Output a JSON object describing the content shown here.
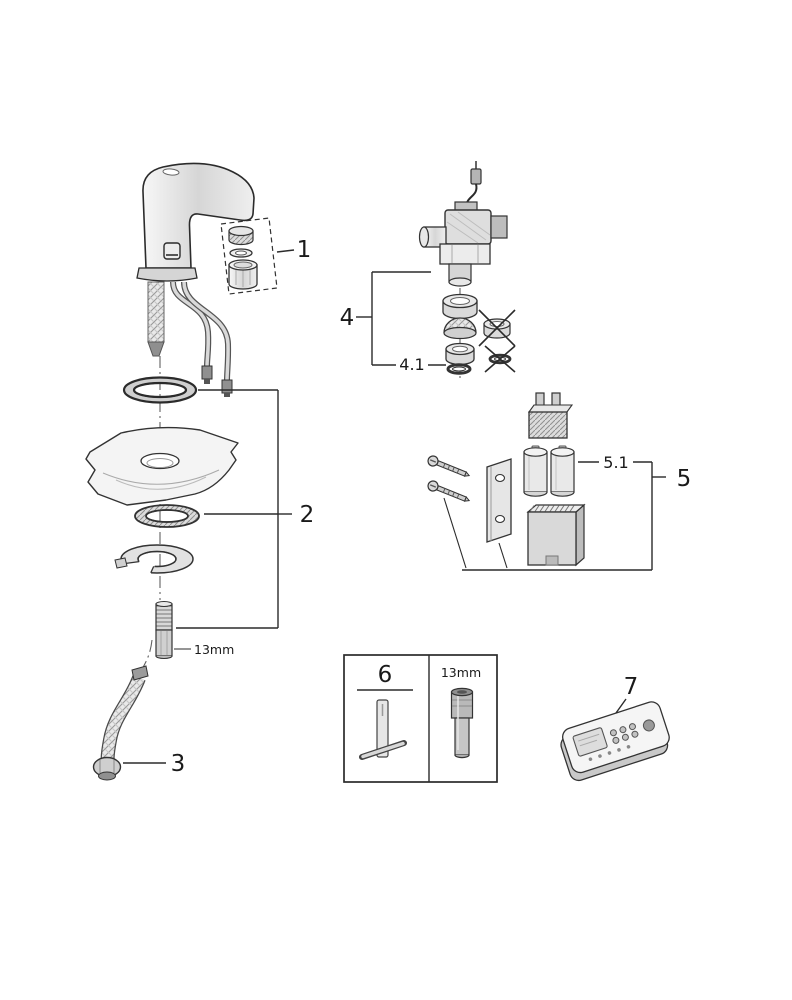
{
  "diagram": {
    "kind": "exploded-parts-diagram",
    "colors": {
      "background": "#ffffff",
      "line": "#2b2b2b",
      "fill_light": "#f2f2f2",
      "fill_mid": "#d9d9d9",
      "fill_dark": "#9a9a9a"
    },
    "labels": {
      "part1": "1",
      "part2": "2",
      "part3": "3",
      "part4": "4",
      "part4_sub": "4.1",
      "part5": "5",
      "part5_sub": "5.1",
      "part6": "6",
      "part7": "7",
      "stud_wrench": "13mm",
      "socket": "13mm"
    }
  }
}
